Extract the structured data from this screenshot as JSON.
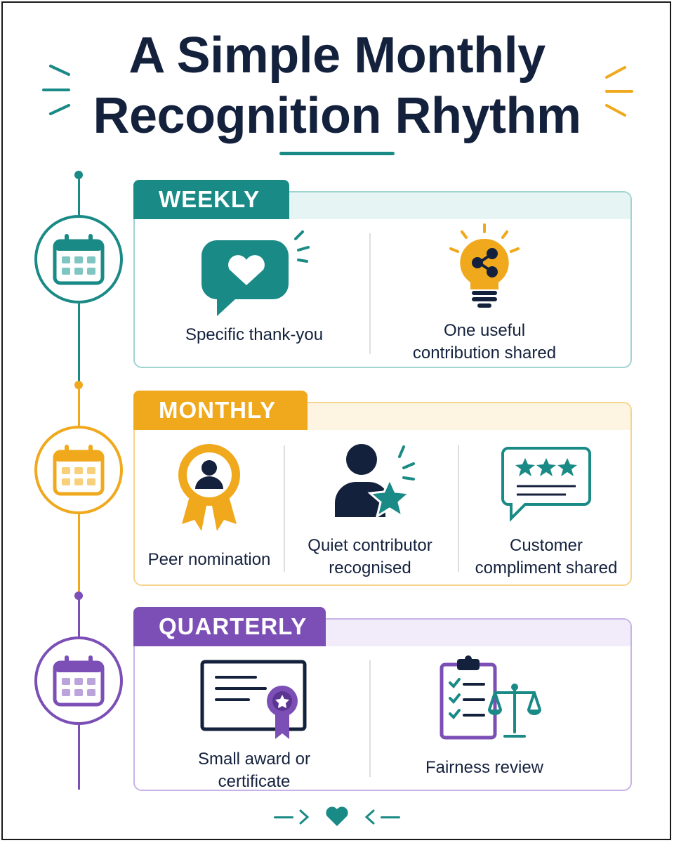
{
  "title": {
    "line1": "A Simple Monthly",
    "line2": "Recognition Rhythm"
  },
  "colors": {
    "navy": "#14213d",
    "teal": "#1a8a86",
    "amber": "#f0a81c",
    "purple": "#7b4fb5"
  },
  "sections": {
    "weekly": {
      "label": "WEEKLY",
      "items": [
        {
          "label": "Specific thank-you",
          "icon": "heart-speech-bubble-icon"
        },
        {
          "label": "One useful contribution shared",
          "icon": "lightbulb-share-icon"
        }
      ]
    },
    "monthly": {
      "label": "MONTHLY",
      "items": [
        {
          "label": "Peer nomination",
          "icon": "award-rosette-icon"
        },
        {
          "label": "Quiet contributor recognised",
          "icon": "person-star-icon"
        },
        {
          "label": "Customer compliment shared",
          "icon": "star-review-bubble-icon"
        }
      ]
    },
    "quarterly": {
      "label": "QUARTERLY",
      "items": [
        {
          "label": "Small award or certificate",
          "icon": "certificate-icon"
        },
        {
          "label": "Fairness review",
          "icon": "checklist-scales-icon"
        }
      ]
    }
  }
}
